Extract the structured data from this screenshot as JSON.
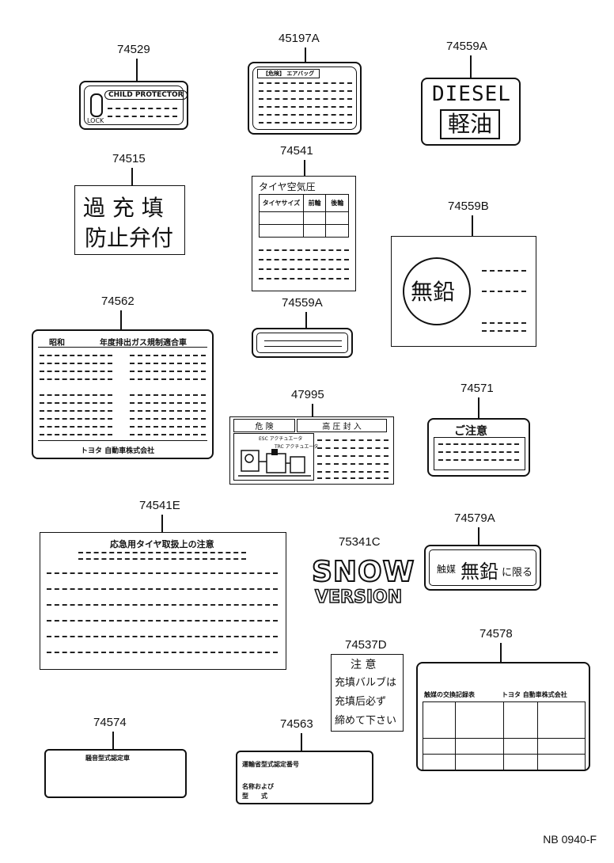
{
  "part_numbers": {
    "p74529": "74529",
    "p45197A": "45197A",
    "p74559A_top": "74559A",
    "p74515": "74515",
    "p74541": "74541",
    "p74559B": "74559B",
    "p74562": "74562",
    "p74559A_mid": "74559A",
    "p47995": "47995",
    "p74571": "74571",
    "p74541E": "74541E",
    "p75341C": "75341C",
    "p74579A": "74579A",
    "p74537D": "74537D",
    "p74578": "74578",
    "p74574": "74574",
    "p74563": "74563"
  },
  "labels": {
    "child_protector": "CHILD PROTECTOR",
    "lock": "LOCK",
    "diesel": "DIESEL",
    "light_oil": "軽油",
    "overfill_1": "過 充 填",
    "overfill_2": "防止弁付",
    "tire_pressure_title": "タイヤ空気圧",
    "tire_size": "タイヤサイズ",
    "front": "前輪",
    "rear": "後輪",
    "unleaded": "無鉛",
    "showa": "昭和",
    "emission_reg": "年度排出ガス規制適合車",
    "toyota_corp": "トヨタ 自動車株式会社",
    "danger": "危 険",
    "high_pressure": "高 圧 封 入",
    "esc_actuator": "ESC アクチュエータ",
    "trc_actuator": "TRC アクチュエータ",
    "caution": "ご注意",
    "spare_tire_caution": "応急用タイヤ取扱上の注意",
    "snow": "SNOW",
    "version": "VERSION",
    "catalyst": "触媒",
    "unleaded_only_suffix": "に限る",
    "notice": "注 意",
    "valve_1": "充填バルブは",
    "valve_2": "充填后必ず",
    "valve_3": "締めて下さい",
    "catalyst_record": "触媒の交換記録表",
    "toyota_corp_short": "トヨタ 自動車株式会社",
    "noise_cert": "騒音型式認定車",
    "transport_cert": "運輸省型式認定番号",
    "name_and": "名称および",
    "model": "型　　式",
    "header_45197A": "【危険】 エアバッグ"
  },
  "footer": {
    "code": "NB 0940-F"
  }
}
